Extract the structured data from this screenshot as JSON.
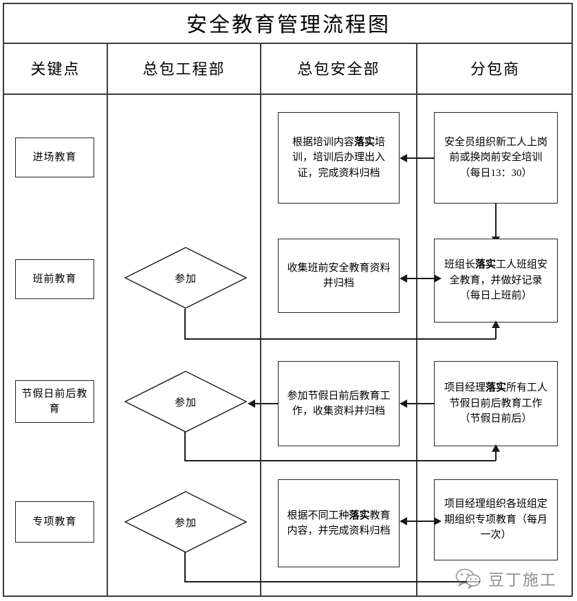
{
  "title": "安全教育管理流程图",
  "columns": [
    {
      "label": "关键点"
    },
    {
      "label": "总包工程部"
    },
    {
      "label": "总包安全部"
    },
    {
      "label": "分包商"
    }
  ],
  "rows": [
    {
      "key_point": "进场教育",
      "engineering": null,
      "safety_dept": {
        "pre": "根据培训内容",
        "bold": "落实",
        "post": "培训，培训后办理出入证，完成资料归档"
      },
      "subcontractor": {
        "pre": "安全员组织新工人上岗前或换岗前安全培训（每日13：30）",
        "bold": "",
        "post": ""
      }
    },
    {
      "key_point": "班前教育",
      "engineering": "参加",
      "safety_dept": {
        "pre": "收集班前安全教育资料并归档",
        "bold": "",
        "post": ""
      },
      "subcontractor": {
        "pre": "班组长",
        "bold": "落实",
        "post": "工人班组安全教育，并做好记录（每日上班前）"
      }
    },
    {
      "key_point": "节假日前后教育",
      "engineering": "参加",
      "safety_dept": {
        "pre": "参加节假日前后教育工作，收集资料并归档",
        "bold": "",
        "post": ""
      },
      "subcontractor": {
        "pre": "项目经理",
        "bold": "落实",
        "post": "所有工人节假日前后教育工作（节假日前后）"
      }
    },
    {
      "key_point": "专项教育",
      "engineering": "参加",
      "safety_dept": {
        "pre": "根据不同工种",
        "bold": "落实",
        "post": "教育内容，并完成资料归档"
      },
      "subcontractor": {
        "pre": "项目经理组织各班组定期组织专项教育（每月一次）",
        "bold": "",
        "post": ""
      }
    }
  ],
  "watermark": {
    "icon": "wechat-icon",
    "text": "豆丁施工"
  },
  "colors": {
    "line": "#3a3a3a",
    "node_border": "#222222",
    "connector": "#1a1a1a",
    "background": "#ffffff"
  }
}
